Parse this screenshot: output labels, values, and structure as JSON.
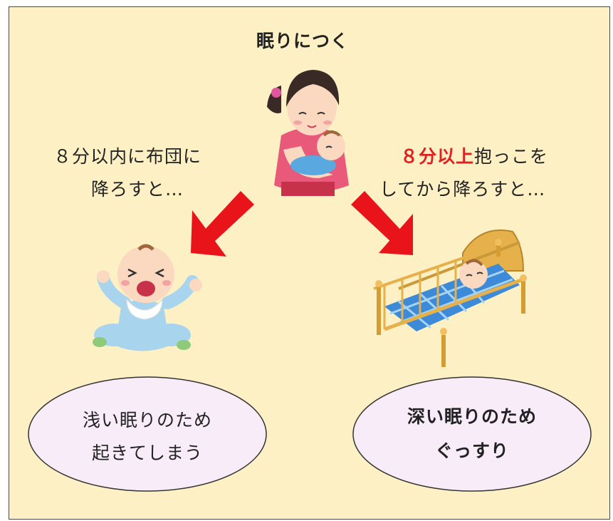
{
  "title": "眠りにつく",
  "left_text": {
    "line1": "８分以内に布団に",
    "line2": "降ろすと…"
  },
  "right_text": {
    "line1_highlight": "８分以上",
    "line1_rest": "抱っこを",
    "line2": "してから降ろすと…"
  },
  "left_result": {
    "line1": "浅い眠りのため",
    "line2": "起きてしまう"
  },
  "right_result": {
    "line1": "深い眠りのため",
    "line2": "ぐっすり"
  },
  "colors": {
    "background": "#fdf0c4",
    "arrow": "#e8141a",
    "highlight": "#e02020",
    "ellipse_fill": "#f8ecf8"
  }
}
